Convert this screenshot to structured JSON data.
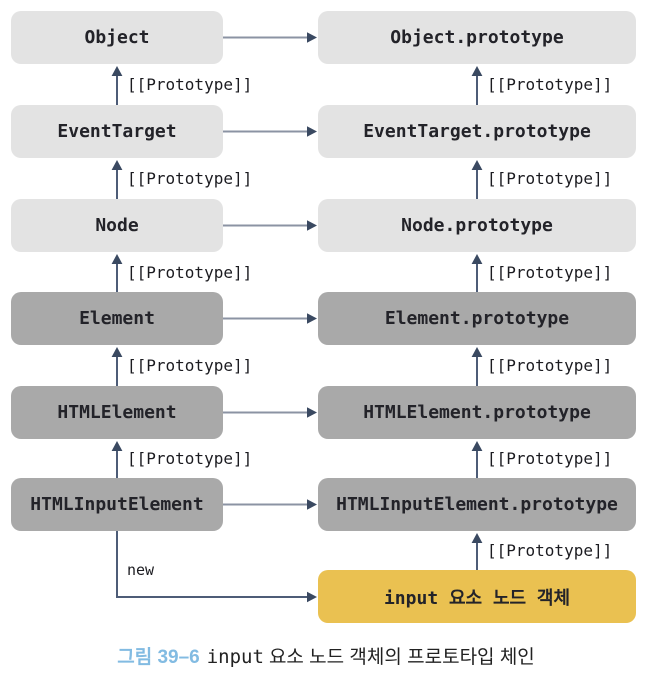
{
  "colors": {
    "box_light": "#e3e3e3",
    "box_dark": "#a9a9a9",
    "box_highlight_yellow": "#eac151",
    "box_text": "#232329",
    "arrow_horizontal_line": "#8b93a3",
    "arrow_vertical_line": "#4d5c77",
    "arrow_head": "#3a4961",
    "caption_accent_blue": "#82bbe2",
    "caption_text": "#222222"
  },
  "labels": {
    "prototype": "[[Prototype]]",
    "new": "new"
  },
  "constructors": [
    {
      "label": "Object"
    },
    {
      "label": "EventTarget"
    },
    {
      "label": "Node"
    },
    {
      "label": "Element"
    },
    {
      "label": "HTMLElement"
    },
    {
      "label": "HTMLInputElement"
    }
  ],
  "prototypes": [
    {
      "label": "Object.prototype"
    },
    {
      "label": "EventTarget.prototype"
    },
    {
      "label": "Node.prototype"
    },
    {
      "label": "Element.prototype"
    },
    {
      "label": "HTMLElement.prototype"
    },
    {
      "label": "HTMLInputElement.prototype"
    },
    {
      "label": "input 요소 노드 객체"
    }
  ],
  "caption": {
    "figure_label": "그림 39–6",
    "code_text": "input",
    "text": "요소 노드 객체의 프로토타입 체인"
  }
}
